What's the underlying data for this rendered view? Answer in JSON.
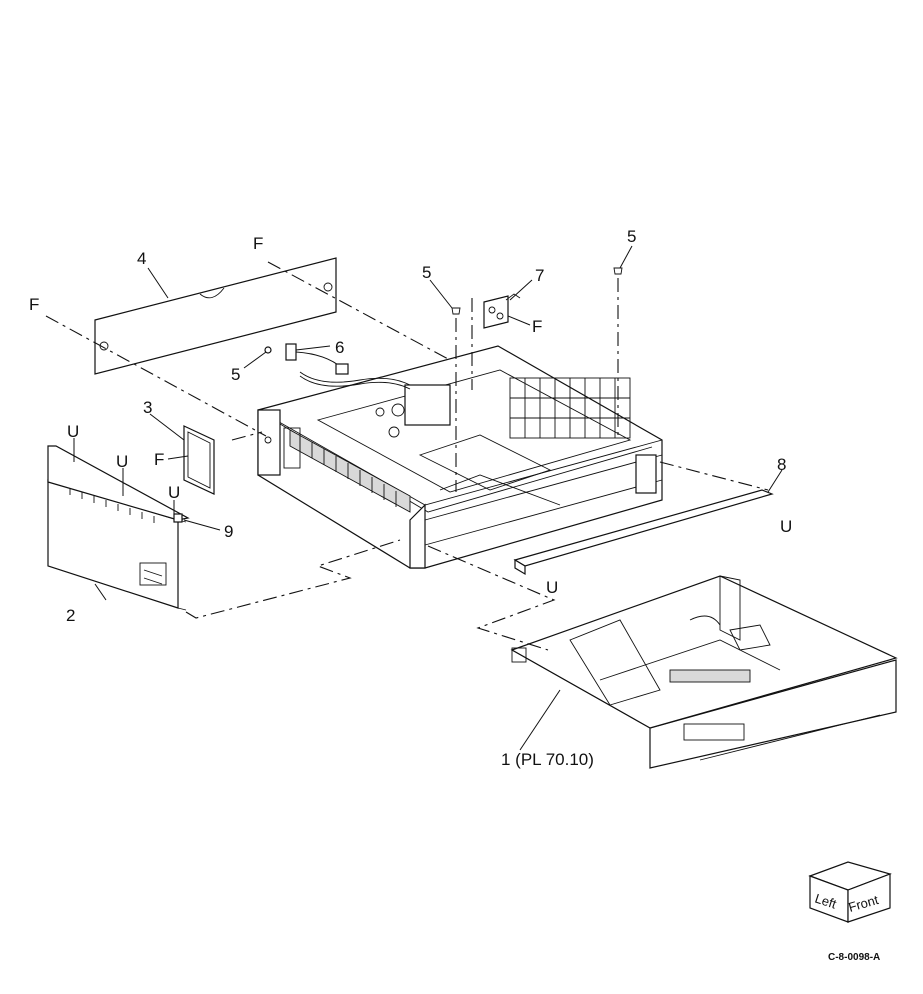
{
  "labels": {
    "l1": "1 (PL 70.10)",
    "l2": "2",
    "l3": "3",
    "l4": "4",
    "l5a": "5",
    "l5b": "5",
    "l5c": "5",
    "l6": "6",
    "l7": "7",
    "l8": "8",
    "l9": "9",
    "fa": "F",
    "fb": "F",
    "fc": "F",
    "fd": "F",
    "ua": "U",
    "ub": "U",
    "uc": "U",
    "ud": "U",
    "ue": "U"
  },
  "orientation_cube": {
    "left": "Left",
    "front": "Front"
  },
  "figure_ref": "C-8-0098-A"
}
